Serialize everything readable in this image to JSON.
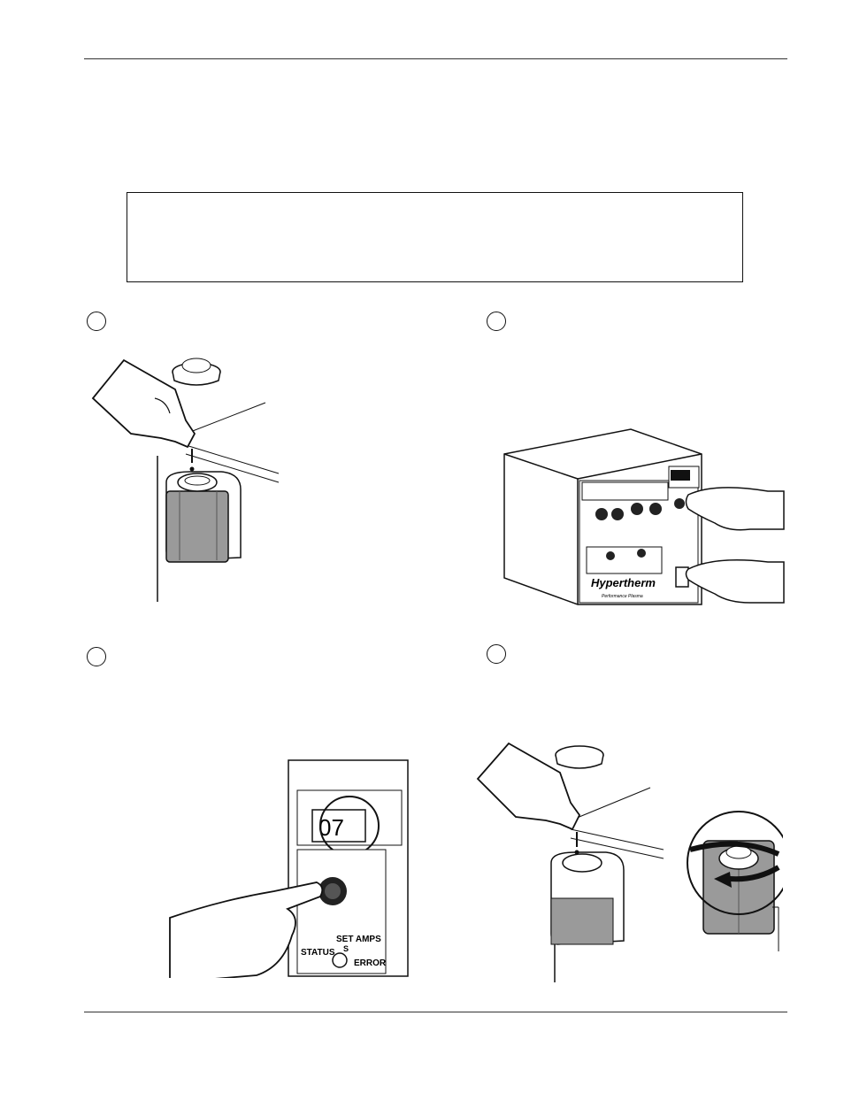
{
  "figure3": {
    "readout": "07",
    "label_set_amps": "SET AMPS",
    "label_status": "STATUS",
    "label_error": "ERROR",
    "label_s": "S"
  },
  "figure2": {
    "brand": "Hypertherm",
    "subtitle": "Performance Plasma"
  }
}
